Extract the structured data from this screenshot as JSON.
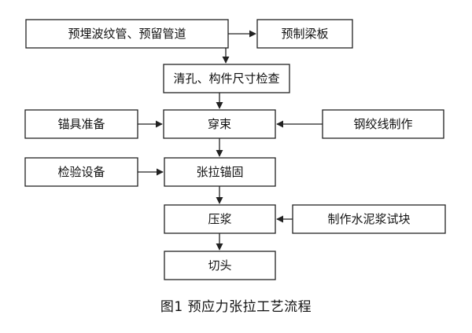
{
  "colors": {
    "line": "#222222",
    "box_fill": "#ffffff",
    "text": "#111111"
  },
  "nodes": {
    "prebury": "预埋波纹管、预留管道",
    "precast": "预制梁板",
    "inspect": "清孔、构件尺寸检查",
    "anchor_prep": "锚具准备",
    "thread": "穿束",
    "strand_make": "钢绞线制作",
    "test_equip": "检验设备",
    "tension": "张拉锚固",
    "grout": "压浆",
    "cement_block": "制作水泥浆试块",
    "cut": "切头"
  },
  "caption": "图1   预应力张拉工艺流程"
}
